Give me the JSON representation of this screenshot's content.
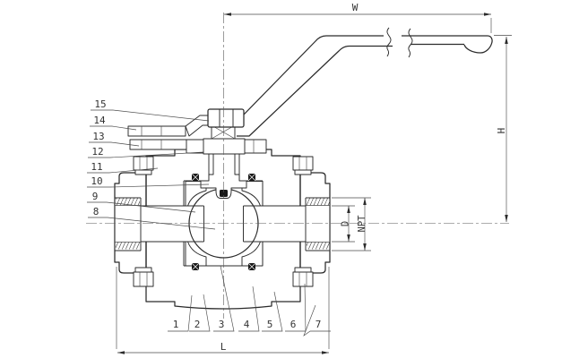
{
  "diagram": {
    "type": "technical-drawing",
    "subject": "Ball valve sectional assembly drawing",
    "dims": {
      "w": "W",
      "h": "H",
      "l": "L",
      "d": "D",
      "npt": "NPT"
    },
    "callouts_left": [
      "15",
      "14",
      "13",
      "12",
      "11",
      "10",
      "9",
      "8"
    ],
    "callouts_bottom": [
      "1",
      "2",
      "3",
      "4",
      "5",
      "6",
      "7"
    ],
    "colors": {
      "line": "#2b2b2b",
      "thin": "#4a4a4a",
      "background": "#ffffff"
    }
  }
}
